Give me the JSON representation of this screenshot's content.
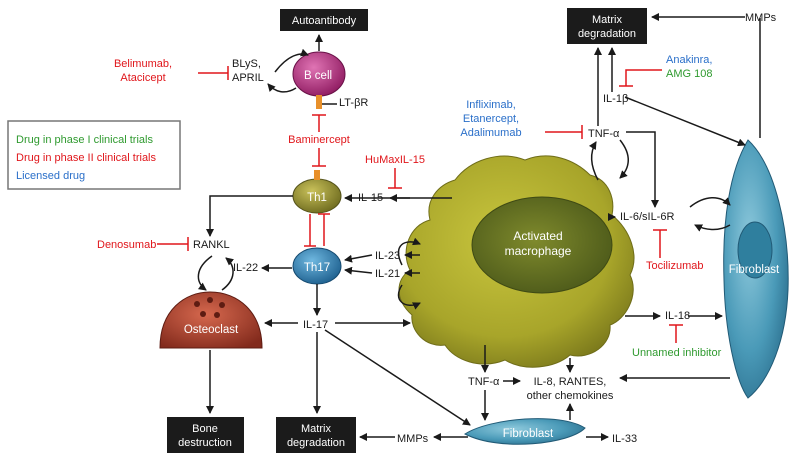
{
  "colors": {
    "red": "#e0161b",
    "blue": "#2a6fc9",
    "green": "#2f9a2f",
    "box": "#1b1b1b",
    "macrophage": "#a9a62a",
    "fibroblast": "#3b8fb0",
    "th1": "#8a8a2a",
    "th17": "#2d7fb8",
    "bcell": "#b0287a",
    "osteoclast": "#a63a2a"
  },
  "legend": {
    "phase1": "Drug in phase I clinical trials",
    "phase2": "Drug in phase II clinical trials",
    "licensed": "Licensed drug"
  },
  "boxes": {
    "autoantibody": "Autoantibody",
    "matrix_top_1": "Matrix",
    "matrix_top_2": "degradation",
    "bone_1": "Bone",
    "bone_2": "destruction",
    "matrix_bottom_1": "Matrix",
    "matrix_bottom_2": "degradation"
  },
  "cells": {
    "bcell": "B cell",
    "th1": "Th1",
    "th17": "Th17",
    "osteoclast": "Osteoclast",
    "macrophage_1": "Activated",
    "macrophage_2": "macrophage",
    "fibroblast_right": "Fibroblast",
    "fibroblast_bottom": "Fibroblast"
  },
  "molecules": {
    "blys_1": "BLyS,",
    "blys_2": "APRIL",
    "ltbr": "LT-βR",
    "il15": "IL-15",
    "il23": "IL-23",
    "il21": "IL-21",
    "il22": "IL-22",
    "il17": "IL-17",
    "rankl": "RANKL",
    "tnfa_top": "TNF-α",
    "il1b": "IL-1β",
    "il6": "IL-6/sIL-6R",
    "il18": "IL-18",
    "mmps_top": "MMPs",
    "mmps_bottom": "MMPs",
    "tnfa_bottom": "TNF-α",
    "chemo_1": "IL-8, RANTES,",
    "chemo_2": "other chemokines",
    "il33": "IL-33"
  },
  "drugs": {
    "belimumab_1": "Belimumab,",
    "belimumab_2": "Atacicept",
    "baminercept": "Baminercept",
    "humax": "HuMaxIL-15",
    "denosumab": "Denosumab",
    "infliximab_1": "Infliximab,",
    "infliximab_2": "Etanercept,",
    "infliximab_3": "Adalimumab",
    "anakinra_1": "Anakinra,",
    "anakinra_2": "AMG 108",
    "tocilizumab": "Tocilizumab",
    "unnamed": "Unnamed inhibitor"
  }
}
